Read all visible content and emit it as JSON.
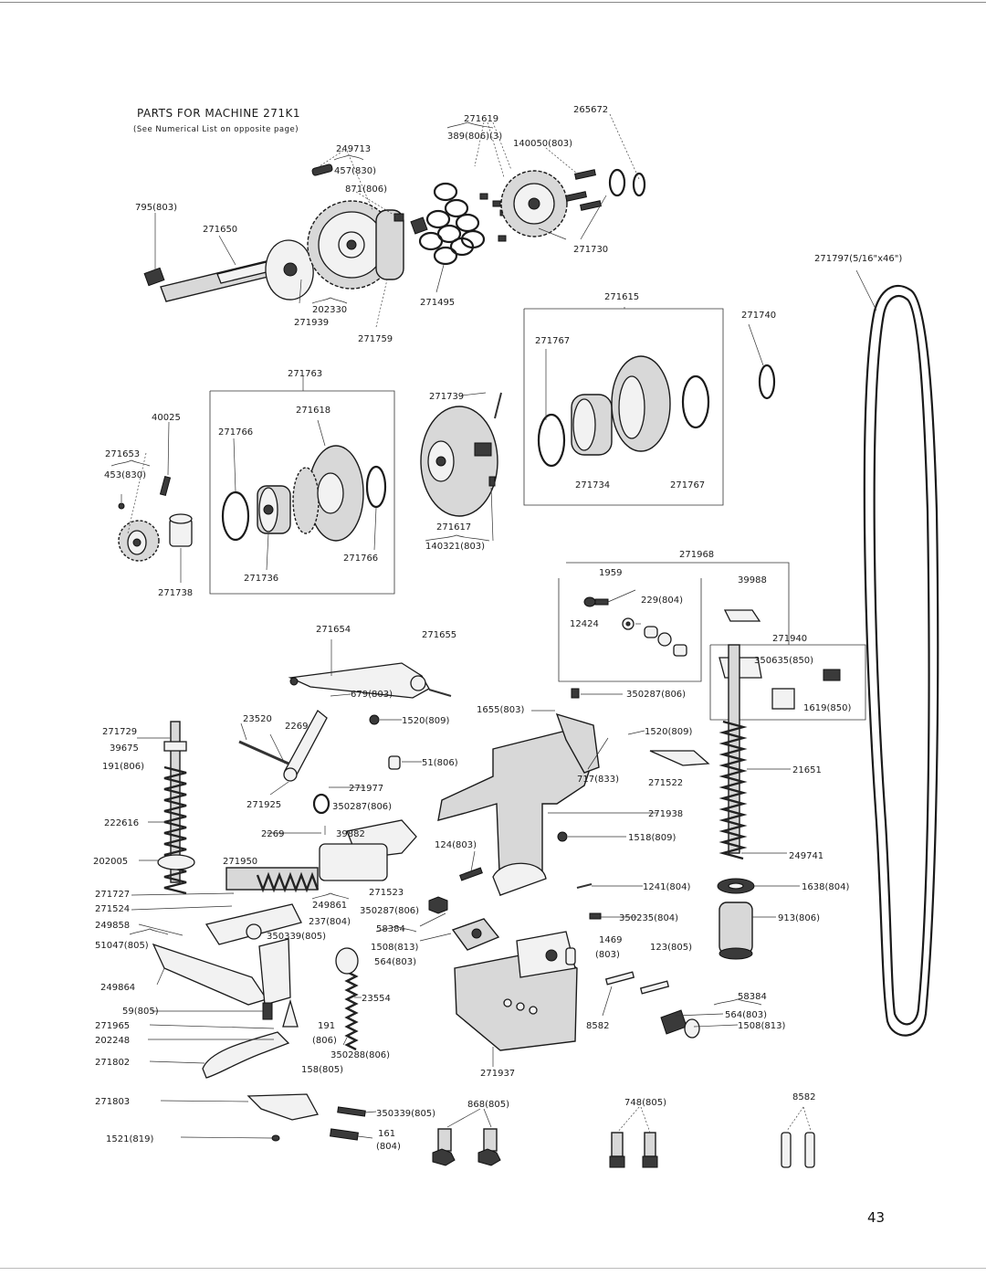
{
  "title": "PARTS FOR MACHINE 271K1",
  "subtitle": "(See Numerical List on opposite page)",
  "page_number": "43",
  "labels": {
    "l265672": "265672",
    "l271619": "271619",
    "l389": "389(806)(3)",
    "l140050": "140050(803)",
    "l249713": "249713",
    "l457": "457(830)",
    "l871": "871(806)",
    "l795": "795(803)",
    "l271650": "271650",
    "l271730": "271730",
    "l271797": "271797(5/16\"x46\")",
    "l202330": "202330",
    "l271939": "271939",
    "l271759": "271759",
    "l271495": "271495",
    "l271615": "271615",
    "l271740": "271740",
    "l271767a": "271767",
    "l271763": "271763",
    "l271739": "271739",
    "l271618": "271618",
    "l40025": "40025",
    "l271766a": "271766",
    "l271653": "271653",
    "l453": "453(830)",
    "l271734": "271734",
    "l271767b": "271767",
    "l271617": "271617",
    "l140321": "140321(803)",
    "l271766b": "271766",
    "l271736": "271736",
    "l271738": "271738",
    "l271968": "271968",
    "l1959": "1959",
    "l39988": "39988",
    "l229": "229(804)",
    "l12424": "12424",
    "l271654": "271654",
    "l271655": "271655",
    "l271940": "271940",
    "l350635": "350635(850)",
    "l350287a": "350287(806)",
    "l679": "679(803)",
    "l1655": "1655(803)",
    "l1619": "1619(850)",
    "l23520": "23520",
    "l2269a": "2269",
    "l1520a": "1520(809)",
    "l1520b": "1520(809)",
    "l271729": "271729",
    "l39675": "39675",
    "l191a": "191(806)",
    "l51": "51(806)",
    "l717": "717(833)",
    "l271522": "271522",
    "l21651": "21651",
    "l271977": "271977",
    "l271925": "271925",
    "l350287b": "350287(806)",
    "l271938": "271938",
    "l222616": "222616",
    "l2269b": "2269",
    "l39882": "39882",
    "l124": "124(803)",
    "l1518": "1518(809)",
    "l249741": "249741",
    "l202005": "202005",
    "l271950": "271950",
    "l271727": "271727",
    "l249861": "249861",
    "l271523": "271523",
    "l1241": "1241(804)",
    "l1638": "1638(804)",
    "l271524": "271524",
    "l237": "237(804)",
    "l350287c": "350287(806)",
    "l350235": "350235(804)",
    "l913": "913(806)",
    "l249858": "249858",
    "l58384a": "58384",
    "l1469": "1469",
    "l51047": "51047(805)",
    "l350339a": "350339(805)",
    "l1508a": "1508(813)",
    "l803": "(803)",
    "l123": "123(805)",
    "l564a": "564(803)",
    "l249864": "249864",
    "l58384b": "58384",
    "l59": "59(805)",
    "l23554": "23554",
    "l564b": "564(803)",
    "l271965": "271965",
    "l191b": "191",
    "l8582a": "8582",
    "l1508b": "1508(813)",
    "l202248": "202248",
    "l806": "(806)",
    "l350288": "350288(806)",
    "l271802": "271802",
    "l158": "158(805)",
    "l271937": "271937",
    "l271803": "271803",
    "l8582b": "8582",
    "l868": "868(805)",
    "l748": "748(805)",
    "l350339b": "350339(805)",
    "l1521": "1521(819)",
    "l161": "161",
    "l804": "(804)"
  }
}
